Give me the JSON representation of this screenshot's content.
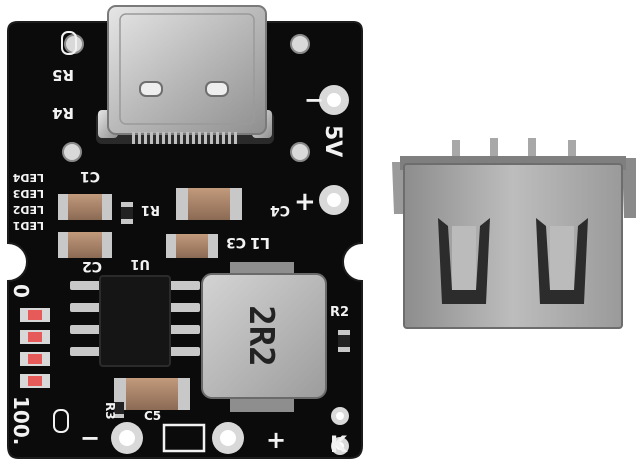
{
  "board": {
    "silkscreen": {
      "r5": "R5",
      "r4": "R4",
      "five_v": "5V",
      "plus_top": "+",
      "minus_top": "−",
      "c1": "C1",
      "c4": "C4",
      "c2": "C2",
      "c3": "C3",
      "l1": "L1",
      "r1": "R1",
      "u1": "U1",
      "r2": "R2",
      "r3": "R3",
      "c5": "C5",
      "led1": "LED1",
      "led2": "LED2",
      "led3": "LED3",
      "led4": "LED4",
      "zero": "0",
      "hundred": "100.",
      "k_label": "K",
      "minus_bottom": "−",
      "plus_bottom": "+"
    },
    "inductor_marking": "2R2"
  },
  "colors": {
    "pcb": "#0b0b0b",
    "silkscreen": "#f2f2f2",
    "metal": "#c9c9c9",
    "capacitor": "#a9846a",
    "chip": "#151515"
  }
}
